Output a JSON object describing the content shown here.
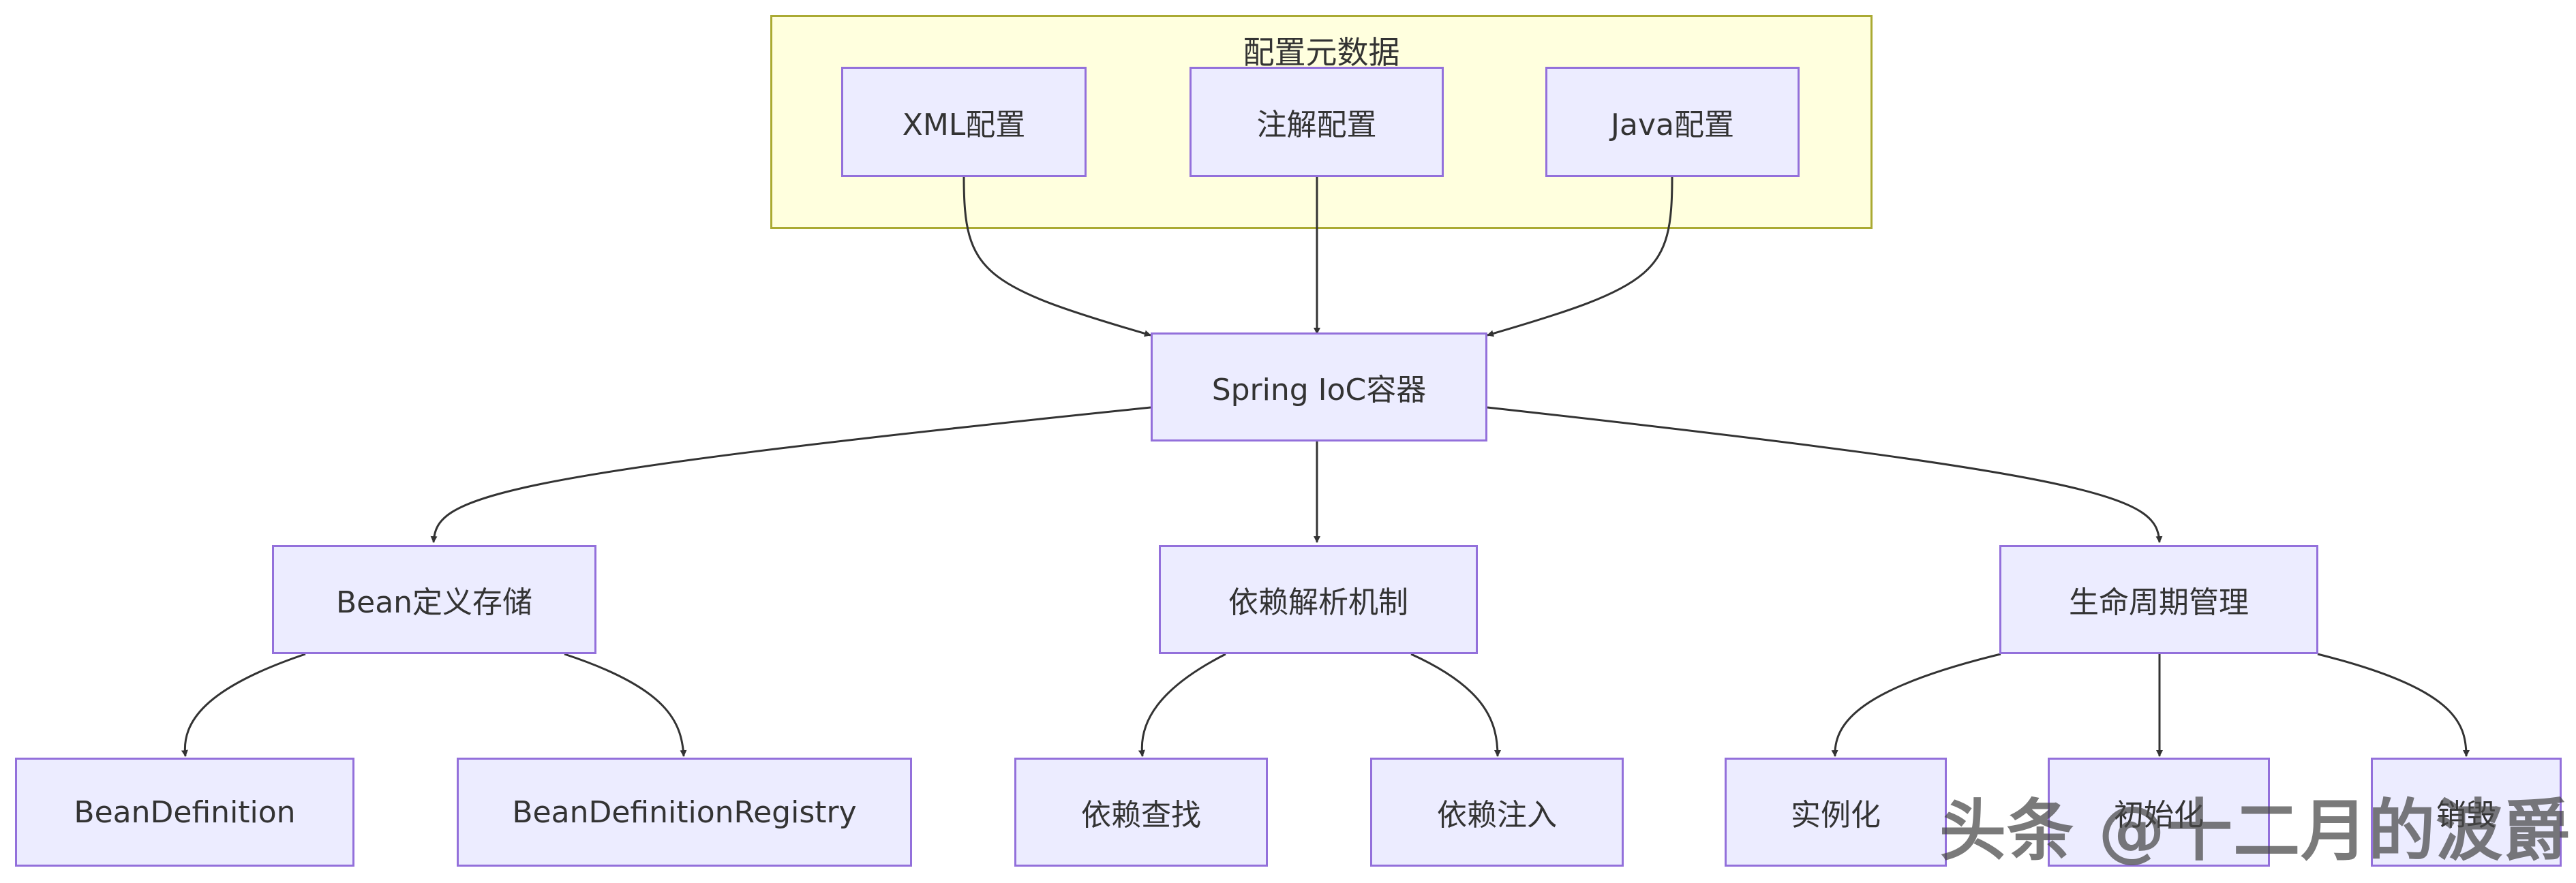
{
  "subgraph": {
    "title": "配置元数据"
  },
  "nodes": {
    "xml": "XML配置",
    "annotation": "注解配置",
    "java": "Java配置",
    "ioc": "Spring IoC容器",
    "bean_storage": "Bean定义存储",
    "dep_resolution": "依赖解析机制",
    "lifecycle": "生命周期管理",
    "bean_definition": "BeanDefinition",
    "bean_definition_registry": "BeanDefinitionRegistry",
    "dep_lookup": "依赖查找",
    "dep_injection": "依赖注入",
    "instantiation": "实例化",
    "initialization": "初始化",
    "destruction": "销毁"
  },
  "watermark": "头条 @十二月的波爵",
  "colors": {
    "node_fill": "#ececff",
    "node_border": "#9370db",
    "subgraph_fill": "#ffffde",
    "subgraph_border": "#aaaa33",
    "edge": "#333333",
    "text": "#333333"
  }
}
